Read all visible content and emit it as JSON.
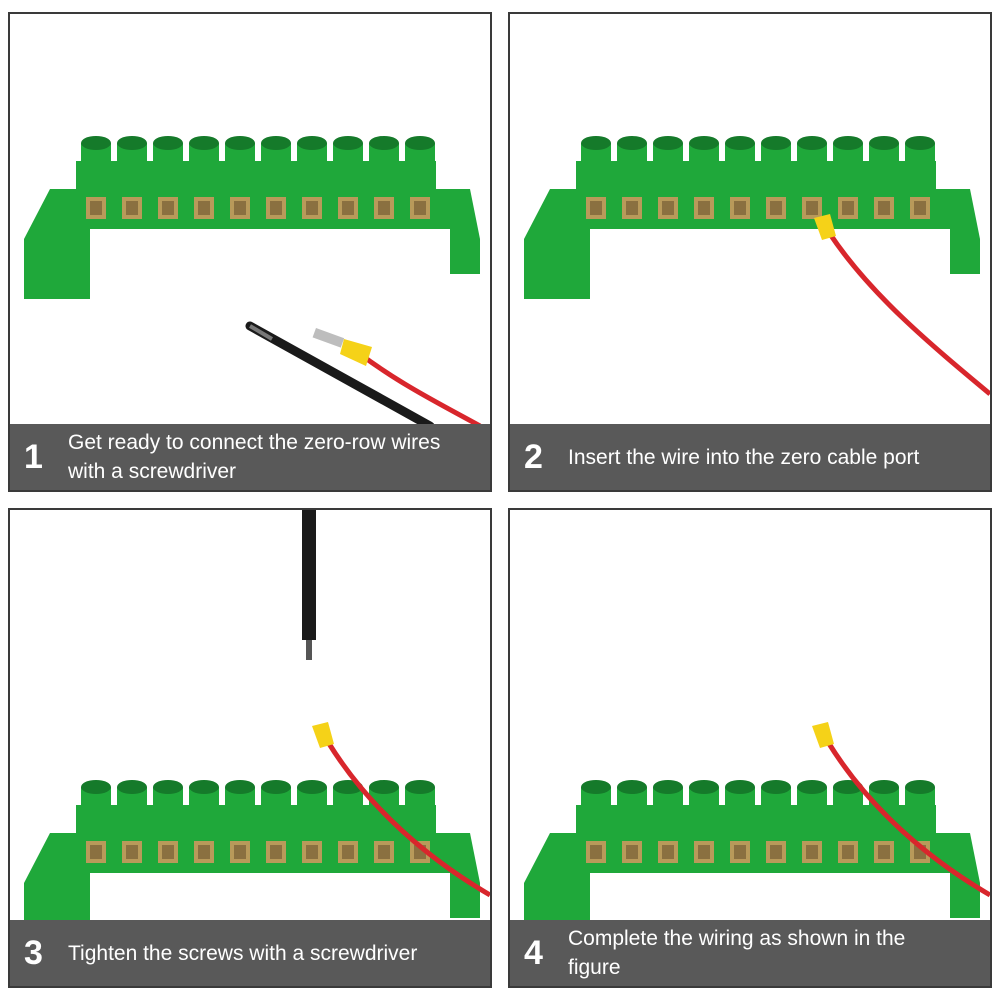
{
  "colors": {
    "busbar_green": "#1fa83a",
    "busbar_dark": "#157a2a",
    "wire_red": "#d8262c",
    "ferrule_yellow": "#f5d218",
    "caption_bg": "#595959"
  },
  "steps": [
    {
      "number": "1",
      "text": "Get ready to connect the zero-row wires with a screwdriver",
      "icon": "screwdriver-icon"
    },
    {
      "number": "2",
      "text": "Insert the wire into the zero cable port",
      "icon": "wire-icon"
    },
    {
      "number": "3",
      "text": "Tighten the screws with a screwdriver",
      "icon": "screwdriver-icon"
    },
    {
      "number": "4",
      "text": "Complete the wiring as shown in the figure",
      "icon": "wire-icon"
    }
  ]
}
